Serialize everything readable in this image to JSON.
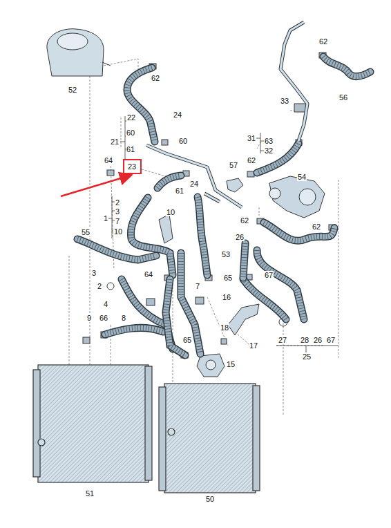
{
  "diagram": {
    "nodes": [
      {
        "text": [
          "23"
        ]
      }
    ],
    "labels": [
      "62",
      "52",
      "62",
      "56",
      "22",
      "24",
      "60",
      "21",
      "60",
      "61",
      "33",
      "31",
      "63",
      "32",
      "64",
      "61",
      "24",
      "57",
      "62",
      "54",
      "2",
      "3",
      "7",
      "1",
      "10",
      "10",
      "62",
      "62",
      "55",
      "26",
      "53",
      "3",
      "2",
      "64",
      "65",
      "67",
      "7",
      "16",
      "4",
      "9",
      "66",
      "8",
      "18",
      "17",
      "27",
      "28",
      "26",
      "67",
      "25",
      "65",
      "15",
      "51",
      "50"
    ]
  }
}
